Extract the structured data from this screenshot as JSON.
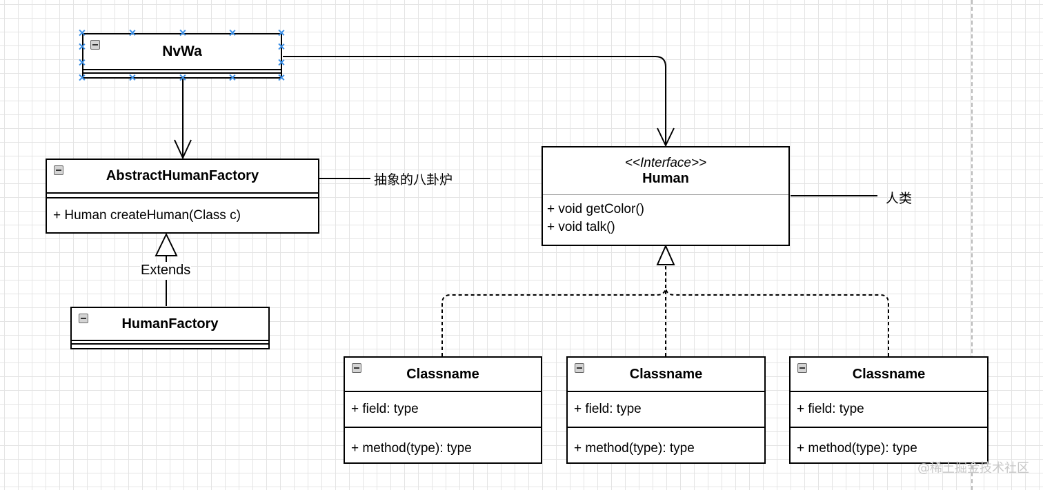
{
  "diagram": {
    "nvwa": {
      "title": "NvWa"
    },
    "abstract_factory": {
      "title": "AbstractHumanFactory",
      "method": "+ Human createHuman(Class c)",
      "note": "抽象的八卦炉"
    },
    "extends_label": "Extends",
    "human_factory": {
      "title": "HumanFactory"
    },
    "human": {
      "stereotype": "<<Interface>>",
      "title": "Human",
      "methods": [
        "+ void getColor()",
        "+ void talk()"
      ],
      "note": "人类"
    },
    "classes": [
      {
        "title": "Classname",
        "field": "+ field: type",
        "method": "+ method(type): type"
      },
      {
        "title": "Classname",
        "field": "+ field: type",
        "method": "+ method(type): type"
      },
      {
        "title": "Classname",
        "field": "+ field: type",
        "method": "+ method(type): type"
      }
    ]
  },
  "watermark": "@稀土掘金技术社区",
  "colors": {
    "grid": "#e4e4e4",
    "selection_handle": "#3a8ee6",
    "line": "#000000"
  }
}
